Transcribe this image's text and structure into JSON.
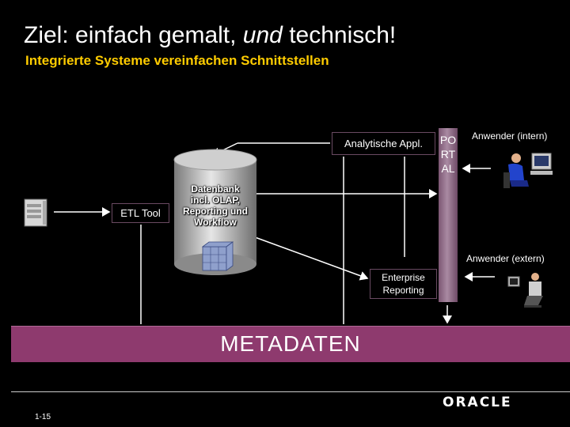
{
  "slide": {
    "title_part1": "Ziel: einfach gemalt, ",
    "title_em": "und",
    "title_part2": " technisch!",
    "subtitle": "Integrierte Systeme vereinfachen Schnittstellen",
    "slide_number": "1-15",
    "logo_text": "ORACLE"
  },
  "diagram": {
    "analytic": "Analytische Appl.",
    "etl": "ETL Tool",
    "database_lines": [
      "Datenbank",
      "incl. OLAP,",
      "Reporting und",
      "Workflow"
    ],
    "enterprise": "Enterprise Reporting",
    "portal": "PORTAL",
    "user_internal": "Anwender (intern)",
    "user_external": "Anwender (extern)",
    "metadata": "METADATEN"
  },
  "colors": {
    "subtitle": "#ffcc00",
    "metadata_bar": "#8e3a6e",
    "portal": "#a98aa2"
  },
  "icons": [
    "server-icon",
    "database-cylinder-icon",
    "cube-stack-icon",
    "user-workstation-icon",
    "user-workstation-small-icon",
    "arrow-icon"
  ]
}
